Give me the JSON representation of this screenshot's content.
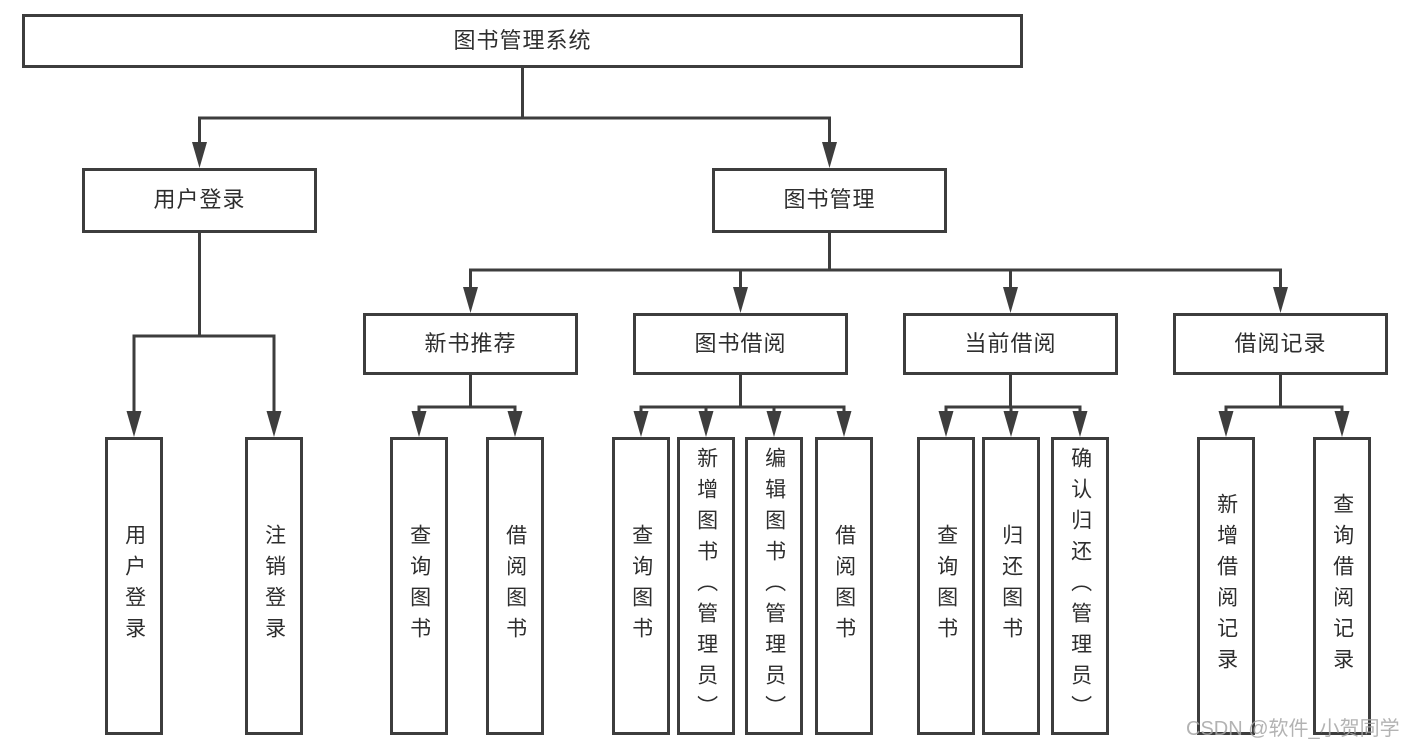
{
  "tree": {
    "label": "图书管理系统",
    "children": [
      {
        "label": "用户登录",
        "children": [
          {
            "label": "用户登录"
          },
          {
            "label": "注销登录"
          }
        ]
      },
      {
        "label": "图书管理",
        "children": [
          {
            "label": "新书推荐",
            "children": [
              {
                "label": "查询图书"
              },
              {
                "label": "借阅图书"
              }
            ]
          },
          {
            "label": "图书借阅",
            "children": [
              {
                "label": "查询图书"
              },
              {
                "label": "新增图书（管理员）"
              },
              {
                "label": "编辑图书（管理员）"
              },
              {
                "label": "借阅图书"
              }
            ]
          },
          {
            "label": "当前借阅",
            "children": [
              {
                "label": "查询图书"
              },
              {
                "label": "归还图书"
              },
              {
                "label": "确认归还（管理员）"
              }
            ]
          },
          {
            "label": "借阅记录",
            "children": [
              {
                "label": "新增借阅记录"
              },
              {
                "label": "查询借阅记录"
              }
            ]
          }
        ]
      }
    ]
  },
  "watermark": "CSDN @软件_小贺同学",
  "colors": {
    "line": "#3d3d3d",
    "text": "#2e2e2e",
    "watermark": "#a6a6a6",
    "background": "#ffffff"
  }
}
